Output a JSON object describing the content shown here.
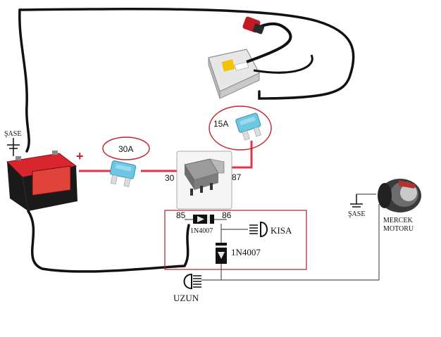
{
  "battery": {
    "label": "ŞASE",
    "plus_sign": "+"
  },
  "fuse_30": {
    "label": "30A"
  },
  "fuse_15": {
    "label": "15A"
  },
  "relay": {
    "pin_30": "30",
    "pin_87": "87",
    "pin_85": "85",
    "pin_86": "86"
  },
  "diodes": {
    "diode_a": "1N4007",
    "diode_b": "1N4007"
  },
  "lamps": {
    "kisa": "KISA",
    "uzun": "UZUN"
  },
  "motor": {
    "ground_label": "ŞASE",
    "line1": "MERCEK",
    "line2": "MOTORU"
  },
  "colors": {
    "wire_red": "#e0324b",
    "wire_black": "#111111",
    "wire_grey": "#555555",
    "ellipse_red": "#c8202a",
    "box_red": "#a32530",
    "fuse_blue": "#6cc7e3",
    "battery_red": "#d9262e",
    "battery_black": "#1a1a1a"
  }
}
